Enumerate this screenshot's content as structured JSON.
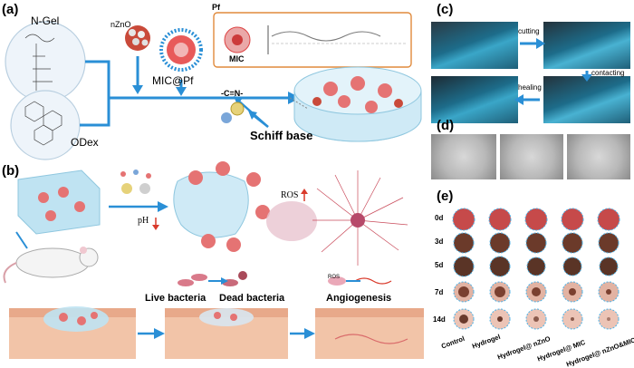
{
  "panel_a": {
    "label": "(a)",
    "ngel": "N-Gel",
    "odex": "ODex",
    "nzno": "nZnO",
    "mic_pf": "MIC@Pf",
    "pf": "Pf",
    "mic": "MIC",
    "schiff": "Schiff base",
    "imine": "-C=N-"
  },
  "panel_b": {
    "label": "(b)",
    "ph": "pH",
    "ros": "ROS",
    "ros_small": "ROS",
    "live_bacteria": "Live bacteria",
    "dead_bacteria": "Dead bacteria",
    "angiogenesis": "Angiogenesis"
  },
  "panel_c": {
    "label": "(c)",
    "cutting": "cutting",
    "contacting": "contacting",
    "healing": "healing"
  },
  "panel_d": {
    "label": "(d)"
  },
  "panel_e": {
    "label": "(e)",
    "days": [
      "0d",
      "3d",
      "5d",
      "7d",
      "14d"
    ],
    "groups": [
      "Control",
      "Hydrogel",
      "Hydrogel@ nZnO",
      "Hydrogel@ MIC",
      "Hydrogel@ nZnO&MIC"
    ]
  },
  "colors": {
    "accent_blue": "#1f7fc4",
    "arrow_blue": "#2a8fd6",
    "red_arrow": "#d93a2b",
    "orange_box": "#e08a3c"
  }
}
